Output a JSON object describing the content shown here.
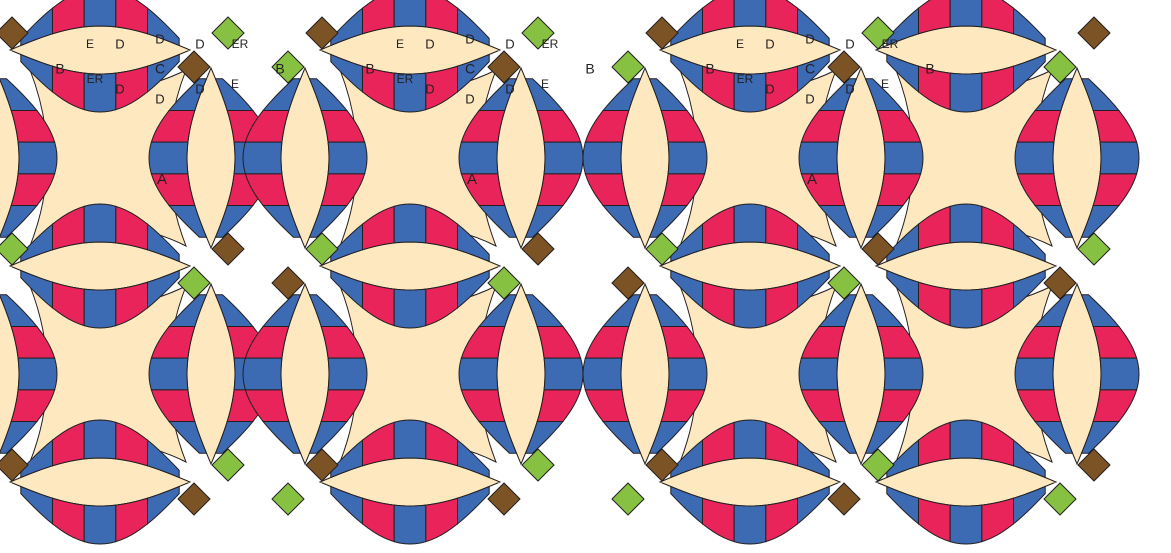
{
  "colors": {
    "background_piece": "#FDE8C0",
    "wedge_blue": "#3C6BB4",
    "wedge_red": "#E8245A",
    "corner_green": "#86C142",
    "corner_brown": "#7B5325",
    "outline": "#231F20",
    "label": "#231F20"
  },
  "labels": {
    "A": "A",
    "B": "B",
    "C": "C",
    "D": "D",
    "E": "E",
    "ER": "ER"
  },
  "diagrams": [
    {
      "name": "panel-small-layout"
    },
    {
      "name": "panel-medium-layout"
    },
    {
      "name": "panel-large-layout"
    }
  ]
}
